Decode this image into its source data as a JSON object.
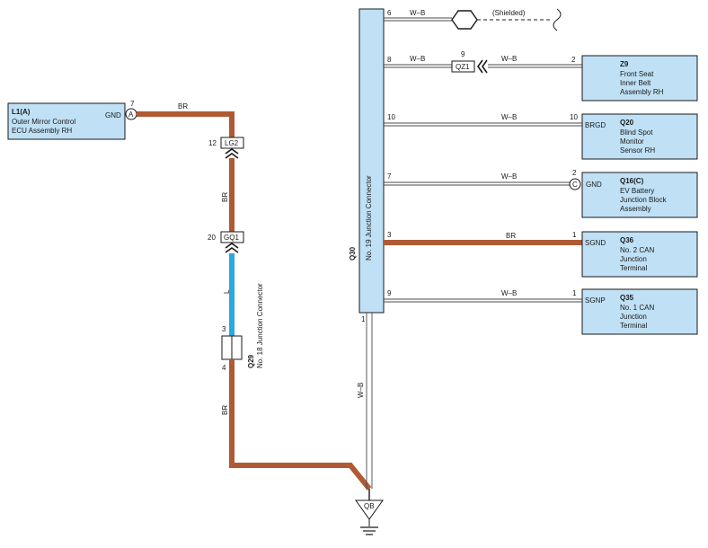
{
  "wire_colors": {
    "brown": "#b05a35",
    "blue": "#2aa8e0",
    "white_black": "#4a4a4a",
    "component_fill": "#bfe0f5"
  },
  "components": {
    "l1": {
      "id": "L1(A)",
      "line1": "Outer Mirror Control",
      "line2": "ECU Assembly RH",
      "terminal": "GND",
      "ground_marker": "A",
      "pin": "7"
    },
    "q30": {
      "id": "Q30",
      "desc": "No. 19 Junction Connector"
    },
    "q29": {
      "id": "Q29",
      "desc": "No. 18 Junction Connector",
      "pin_top": "3",
      "pin_bottom": "4"
    },
    "z9": {
      "id": "Z9",
      "line1": "Front Seat",
      "line2": "Inner Belt",
      "line3": "Assembly RH",
      "pin": "2"
    },
    "q20": {
      "id": "Q20",
      "terminal": "BRGD",
      "line1": "Blind Spot",
      "line2": "Monitor",
      "line3": "Sensor RH",
      "pin": "10"
    },
    "q16": {
      "id": "Q16(C)",
      "terminal": "GND",
      "ground_marker": "C",
      "line1": "EV Battery",
      "line2": "Junction Block",
      "line3": "Assembly",
      "pin": "2"
    },
    "q36": {
      "id": "Q36",
      "terminal": "SGND",
      "line1": "No. 2 CAN",
      "line2": "Junction",
      "line3": "Terminal",
      "pin": "1"
    },
    "q35": {
      "id": "Q35",
      "terminal": "SGNP",
      "line1": "No. 1 CAN",
      "line2": "Junction",
      "line3": "Terminal",
      "pin": "1"
    }
  },
  "inline_connectors": {
    "lg2": {
      "id": "LG2",
      "pin": "12"
    },
    "gq1": {
      "id": "GQ1",
      "pin": "20"
    },
    "qz1": {
      "id": "QZ1",
      "pin": "9"
    }
  },
  "ground": {
    "id": "QB"
  },
  "shield": {
    "label": "(Shielded)"
  },
  "wires": {
    "l1_br": "BR",
    "lg2_gq1": "BR",
    "gq1_q29": "L",
    "q29_ground": "BR",
    "q30_ground": "W–B",
    "pin6": "W–B",
    "pin8_left": "W–B",
    "pin8_right": "W–B",
    "pin10": "W–B",
    "pin7": "W–B",
    "pin3": "BR",
    "pin9": "W–B"
  },
  "q30_pins": {
    "p6": "6",
    "p8": "8",
    "p10": "10",
    "p7": "7",
    "p3": "3",
    "p9": "9",
    "p1": "1"
  }
}
